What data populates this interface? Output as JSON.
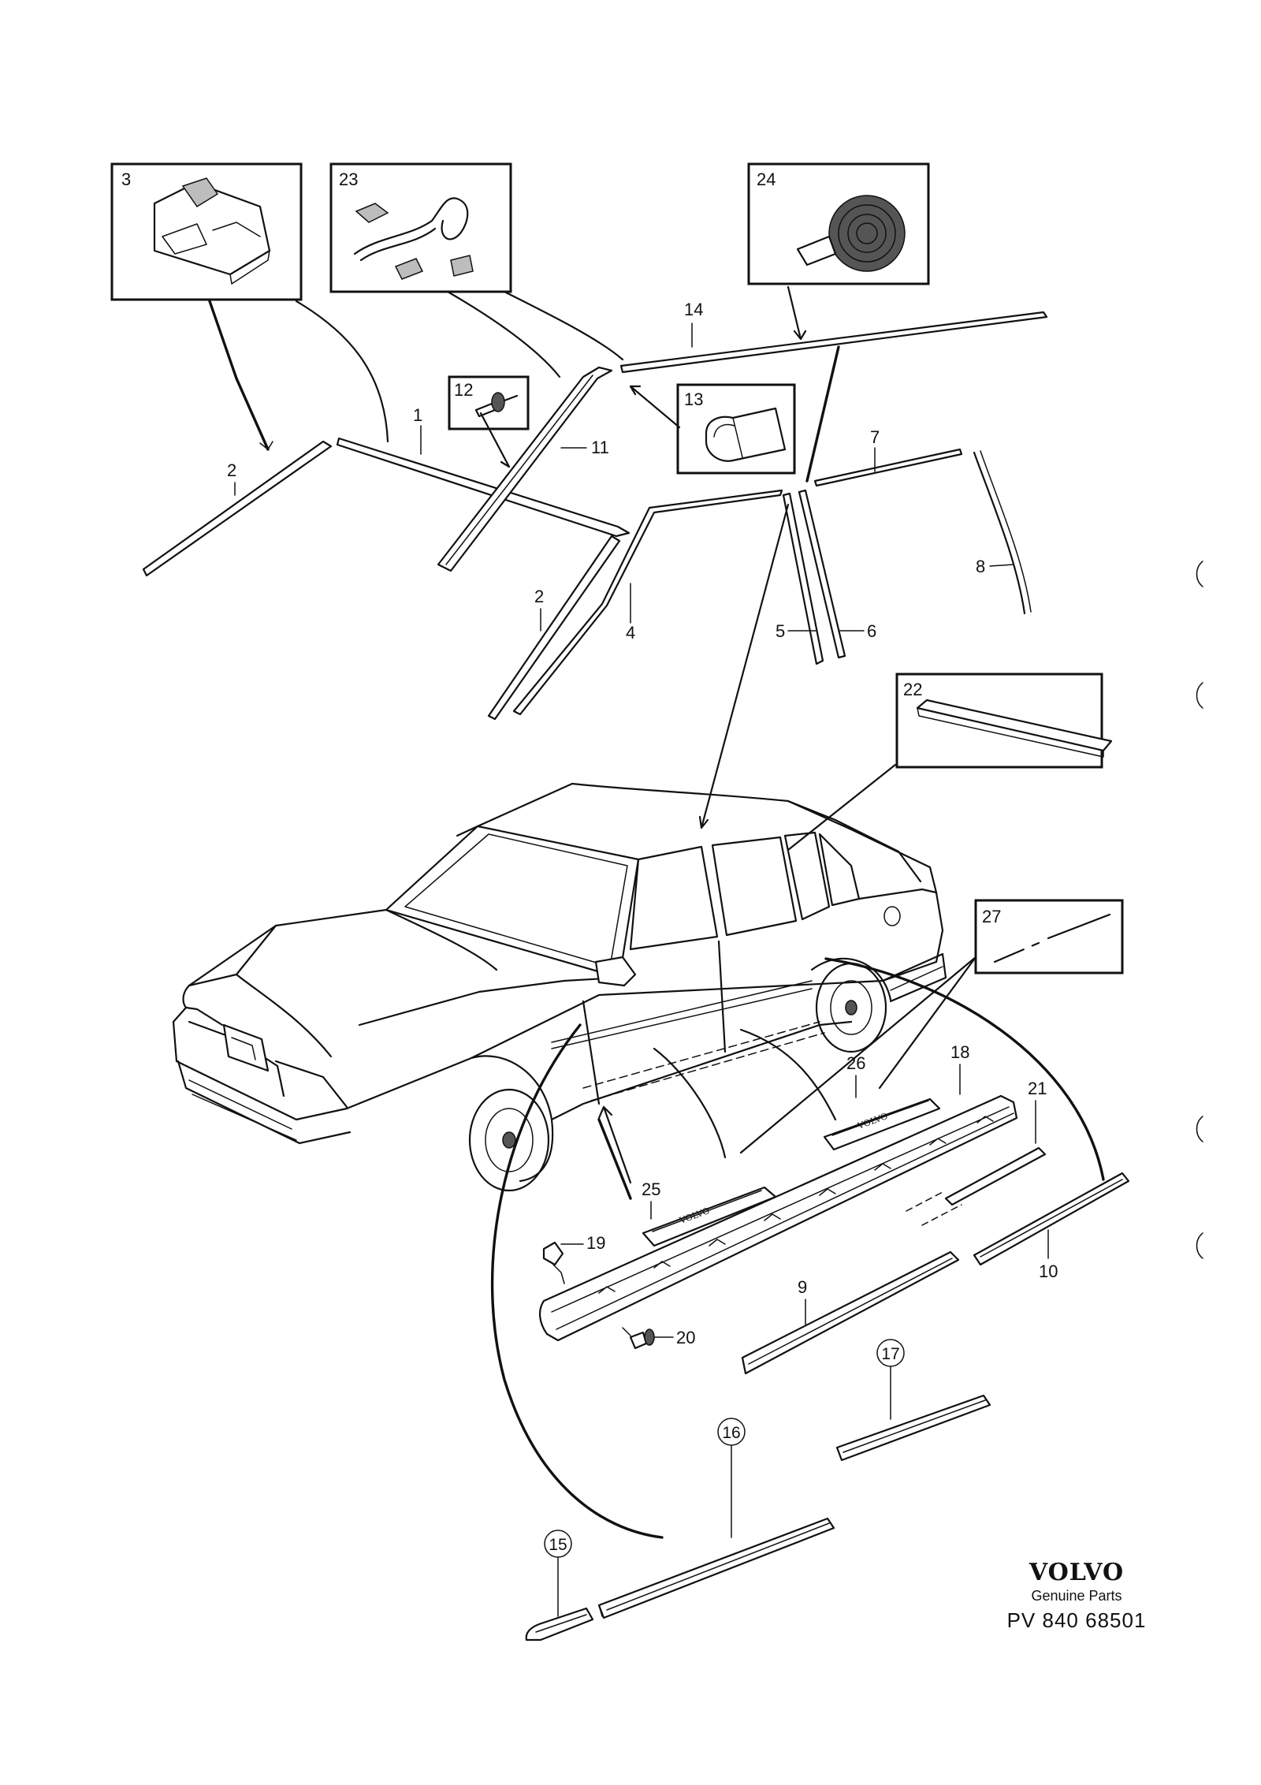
{
  "diagram": {
    "callouts": {
      "p1": "1",
      "p2a": "2",
      "p2b": "2",
      "p3": "3",
      "p4": "4",
      "p5": "5",
      "p6": "6",
      "p7": "7",
      "p8": "8",
      "p9": "9",
      "p10": "10",
      "p11": "11",
      "p12": "12",
      "p13": "13",
      "p14": "14",
      "p18": "18",
      "p19": "19",
      "p20": "20",
      "p21": "21",
      "p22": "22",
      "p23": "23",
      "p24": "24",
      "p25": "25",
      "p26": "26",
      "p27": "27"
    },
    "circled": {
      "p15": "15",
      "p16": "16",
      "p17": "17"
    },
    "sill_plate_text": "VOLVO"
  },
  "brand": {
    "logo_text": "VOLVO",
    "subtitle": "Genuine Parts",
    "code": "PV 840 68501"
  }
}
